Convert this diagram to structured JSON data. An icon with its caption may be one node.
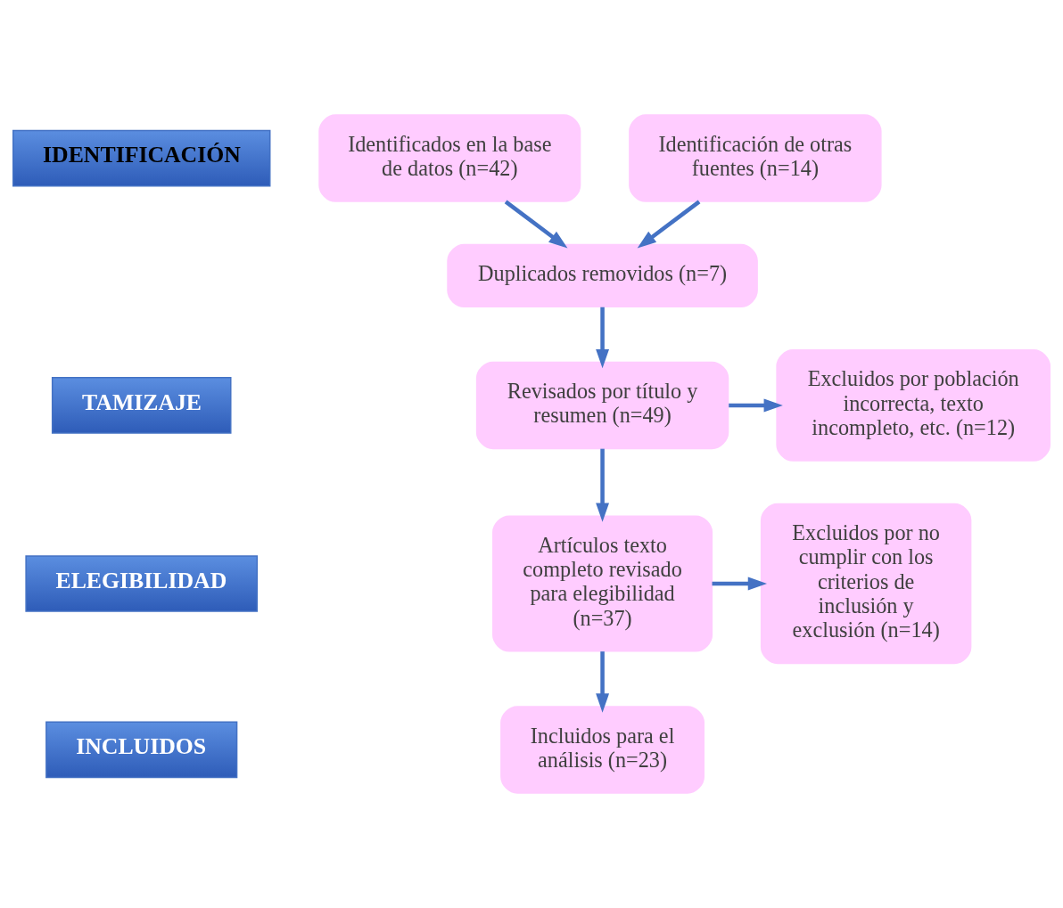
{
  "diagram": {
    "nodes": [
      {
        "text": [
          "IDENTIFICACIÓN"
        ]
      },
      {
        "text": [
          "Identificados en la base de datos (n=42)"
        ]
      },
      {
        "text": [
          "Identificación de otras fuentes (n=14)"
        ]
      },
      {
        "text": [
          "Duplicados removidos (n=7)"
        ]
      },
      {
        "text": [
          "TAMIZAJE"
        ]
      },
      {
        "text": [
          "Revisados por título y resumen (n=49)"
        ]
      },
      {
        "text": [
          "Excluidos por población incorrecta, texto incompleto, etc. (n=12)"
        ]
      },
      {
        "text": [
          "ELEGIBILIDAD"
        ]
      },
      {
        "text": [
          "Artículos texto completo revisado para elegibilidad (n=37)"
        ]
      },
      {
        "text": [
          "Excluidos por no cumplir con los criterios de inclusión y exclusión (n=14)"
        ]
      },
      {
        "text": [
          "INCLUIDOS"
        ]
      },
      {
        "text": [
          "Incluidos para el análisis (n=23)"
        ]
      }
    ],
    "edges": [
      {
        "from": 1,
        "to": 3,
        "arrow": "to"
      },
      {
        "from": 2,
        "to": 3,
        "arrow": "to"
      },
      {
        "from": 3,
        "to": 5,
        "arrow": "to"
      },
      {
        "from": 5,
        "to": 6,
        "arrow": "to"
      },
      {
        "from": 5,
        "to": 8,
        "arrow": "to"
      },
      {
        "from": 8,
        "to": 9,
        "arrow": "to"
      },
      {
        "from": 8,
        "to": 11,
        "arrow": "to"
      }
    ]
  }
}
